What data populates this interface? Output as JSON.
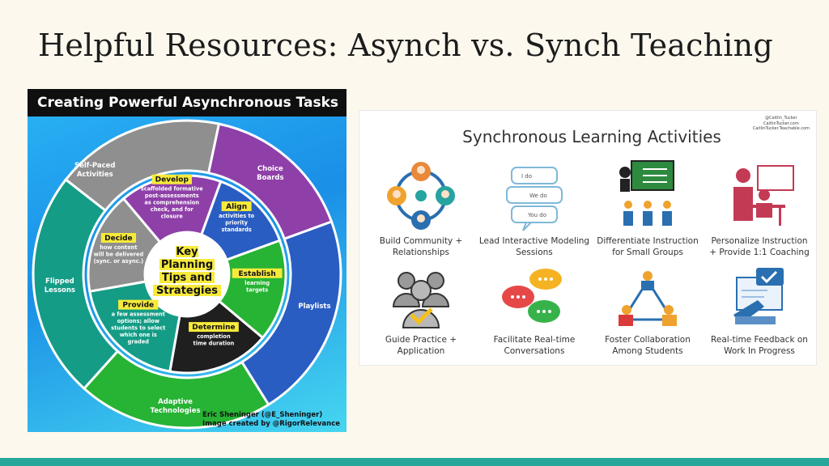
{
  "slide": {
    "title": "Helpful Resources: Asynch vs. Synch Teaching",
    "accent_color": "#26a79a"
  },
  "async_infographic": {
    "header": "Creating Powerful Asynchronous Tasks",
    "center": [
      "Key",
      "Planning",
      "Tips and",
      "Strategies"
    ],
    "inner_steps": [
      {
        "title": "Develop",
        "desc": [
          "scaffolded formative",
          "post-assessments",
          "as comprehension",
          "check, and for",
          "closure"
        ]
      },
      {
        "title": "Align",
        "desc": [
          "activities to",
          "priority",
          "standards"
        ]
      },
      {
        "title": "Establish",
        "desc": [
          "learning",
          "targets"
        ]
      },
      {
        "title": "Determine",
        "desc": [
          "completion",
          "time duration"
        ]
      },
      {
        "title": "Provide",
        "desc": [
          "a few assessment",
          "options; allow",
          "students to select",
          "which one is",
          "graded"
        ]
      },
      {
        "title": "Decide",
        "desc": [
          "how content",
          "will be delivered",
          "(sync. or async.)"
        ]
      }
    ],
    "outer_segments": [
      {
        "label": [
          "Self-Paced",
          "Activities"
        ],
        "color": "#8f8f8f"
      },
      {
        "label": [
          "Choice",
          "Boards"
        ],
        "color": "#8e3fa8"
      },
      {
        "label": [
          "Playlists"
        ],
        "color": "#2a5dc2"
      },
      {
        "label": [
          "Adaptive",
          "Technologies"
        ],
        "color": "#27b334"
      },
      {
        "label": [
          "Flipped",
          "Lessons"
        ],
        "color": "#149c86"
      }
    ],
    "credit": [
      "Eric Sheninger (@E_Sheninger)",
      "Image created by @RigorRelevance"
    ]
  },
  "sync_card": {
    "title": "Synchronous Learning Activities",
    "handle": [
      "@Caitlin_Tucker",
      "CaitlinTucker.com",
      "CaitlinTucker.Teachable.com"
    ],
    "bubble_texts": [
      "I do",
      "We do",
      "You do"
    ],
    "items": [
      {
        "label": [
          "Build Community +",
          "Relationships"
        ],
        "icon": "community-circle-icon"
      },
      {
        "label": [
          "Lead Interactive Modeling",
          "Sessions"
        ],
        "icon": "speech-bubbles-icon"
      },
      {
        "label": [
          "Differentiate Instruction",
          "for Small Groups"
        ],
        "icon": "classroom-board-icon"
      },
      {
        "label": [
          "Personalize Instruction",
          "+ Provide 1:1 Coaching"
        ],
        "icon": "coaching-icon"
      },
      {
        "label": [
          "Guide Practice +",
          "Application"
        ],
        "icon": "group-check-icon"
      },
      {
        "label": [
          "Facilitate Real-time",
          "Conversations"
        ],
        "icon": "chat-bubbles-icon"
      },
      {
        "label": [
          "Foster Collaboration",
          "Among Students"
        ],
        "icon": "network-icon"
      },
      {
        "label": [
          "Real-time Feedback on",
          "Work In Progress"
        ],
        "icon": "feedback-icon"
      }
    ]
  }
}
